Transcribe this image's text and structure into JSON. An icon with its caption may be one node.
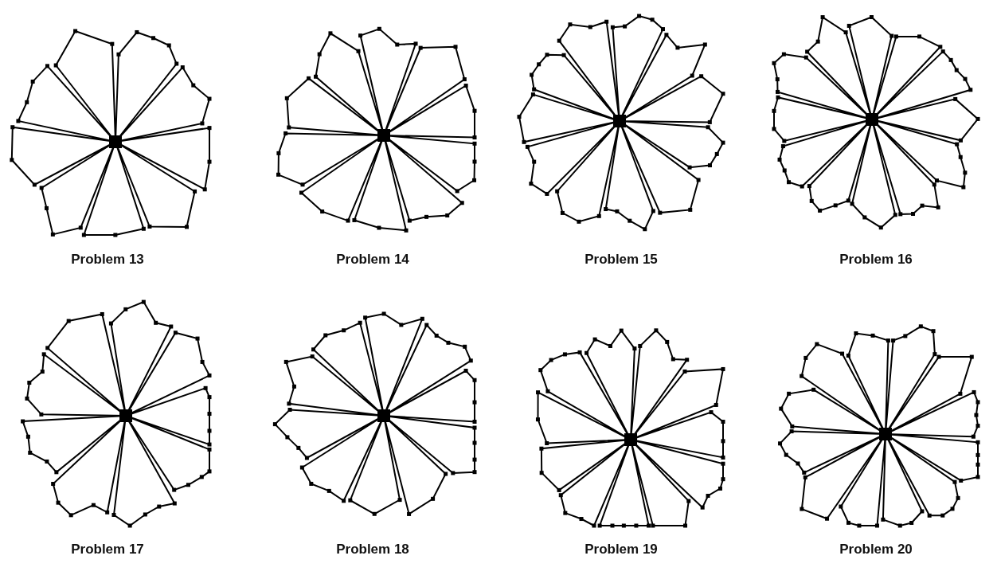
{
  "diagram": {
    "labels": [
      "Problem 13",
      "Problem 14",
      "Problem 15",
      "Problem 16",
      "Problem 17",
      "Problem 18",
      "Problem 19",
      "Problem 20"
    ]
  }
}
